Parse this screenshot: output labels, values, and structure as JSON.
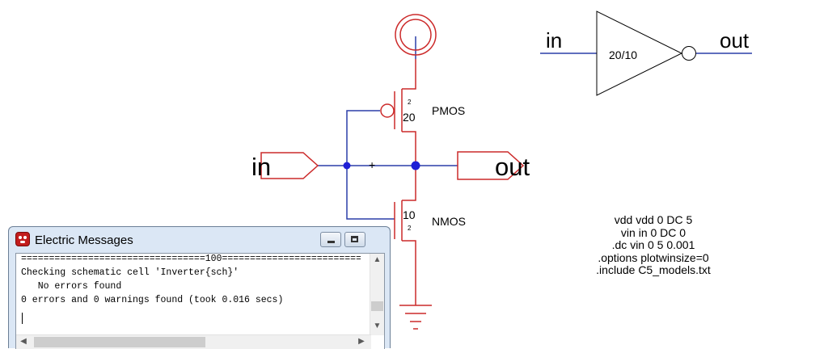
{
  "schematic": {
    "input_port_label": "in",
    "output_port_label": "out",
    "pmos_label": "PMOS",
    "nmos_label": "NMOS",
    "pmos_width": "20",
    "pmos_length": "2",
    "nmos_width": "10",
    "nmos_length": "2",
    "center_mark": "+",
    "wire_color": "#2b3fa8",
    "component_color": "#cc2a2a",
    "node_color": "#1f1fd6"
  },
  "icon_symbol": {
    "in_label": "in",
    "out_label": "out",
    "size_label": "20/10"
  },
  "spice_directives": [
    "vdd vdd 0 DC 5",
    "vin in 0 DC 0",
    ".dc vin 0 5 0.001",
    ".options plotwinsize=0",
    ".include C5_models.txt"
  ],
  "messages_window": {
    "title": "Electric Messages",
    "app_icon": "electric-app-icon",
    "lines": [
      "=================================100==================================",
      "Checking schematic cell 'Inverter{sch}'",
      "   No errors found",
      "0 errors and 0 warnings found (took 0.016 secs)"
    ]
  }
}
